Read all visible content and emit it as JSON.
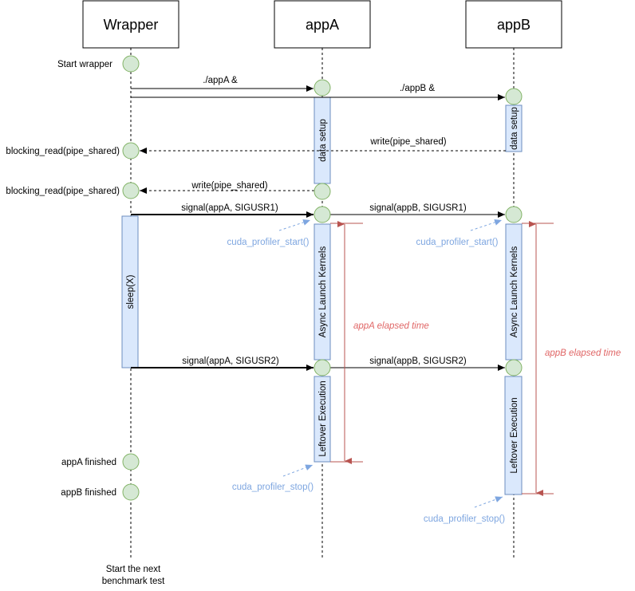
{
  "participants": {
    "wrapper": "Wrapper",
    "appA": "appA",
    "appB": "appB"
  },
  "wrapper_notes": {
    "start": "Start wrapper",
    "blocking_read_1": "blocking_read(pipe_shared)",
    "blocking_read_2": "blocking_read(pipe_shared)",
    "appA_finished": "appA finished",
    "appB_finished": "appB finished",
    "next_line1": "Start the next",
    "next_line2": "benchmark test"
  },
  "messages": {
    "launch_appA": "./appA &",
    "launch_appB": "./appB &",
    "appB_write": "write(pipe_shared)",
    "appA_write": "write(pipe_shared)",
    "sig1_appA": "signal(appA, SIGUSR1)",
    "sig1_appB": "signal(appB, SIGUSR1)",
    "sig2_appA": "signal(appA, SIGUSR2)",
    "sig2_appB": "signal(appB, SIGUSR2)"
  },
  "activations": {
    "appA_setup": "data setup",
    "appB_setup": "data setup",
    "sleep": "sleep(X)",
    "appA_kernels": "Async Launch Kernels",
    "appB_kernels": "Async Launch Kernels",
    "appA_leftover": "Leftover Execution",
    "appB_leftover": "Leftover Execution"
  },
  "profiler_notes": {
    "appA_start": "cuda_profiler_start()",
    "appB_start": "cuda_profiler_start()",
    "appA_stop": "cuda_profiler_stop()",
    "appB_stop": "cuda_profiler_stop()"
  },
  "elapsed": {
    "appA": "appA elapsed time",
    "appB": "appB elapsed time"
  },
  "colors": {
    "activation_fill": "#dae8fc",
    "activation_stroke": "#6c8ebf",
    "node_fill": "#d5e8d4",
    "node_stroke": "#82b366",
    "profiler_note": "#7ea6e0",
    "elapsed_text": "#e06666",
    "elapsed_line": "#b85450"
  }
}
